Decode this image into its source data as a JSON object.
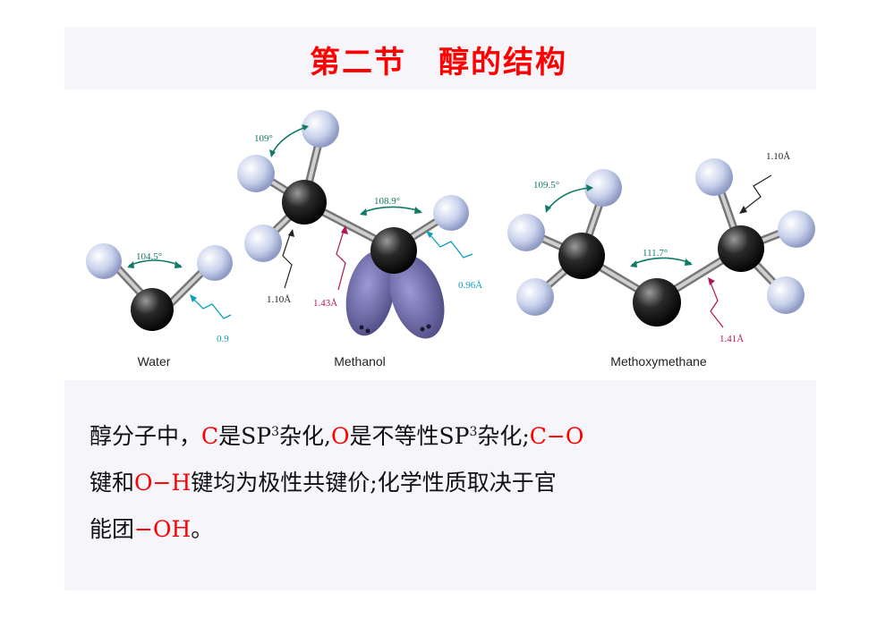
{
  "title": "第二节　醇的结构",
  "figure": {
    "water": {
      "name": "Water",
      "angle": "104.5°",
      "bond": "0.9"
    },
    "methanol": {
      "name": "Methanol",
      "angle_hch": "109°",
      "angle_coh": "108.9°",
      "ch_bond": "1.10Å",
      "co_bond": "1.43Å",
      "oh_bond": "0.96Å"
    },
    "methoxymethane": {
      "name": "Methoxymethane",
      "angle_hch": "109.5°",
      "angle_coc": "111.7°",
      "ch_bond": "1.10Å",
      "co_bond": "1.41Å"
    }
  },
  "body": {
    "l1_a": "醇分子中，",
    "l1_c": "C",
    "l1_b": "是SP",
    "l1_sup1": "3",
    "l1_d": "杂化,",
    "l1_o": "O",
    "l1_e": "是不等性SP",
    "l1_sup2": "3",
    "l1_f": "杂化;",
    "l1_co": "C−O",
    "l2_a": "键和",
    "l2_oh": "O−H",
    "l2_b": "键均为极性共键价;化学性质取决于官",
    "l3_a": "能团",
    "l3_oh": "−OH",
    "l3_b": "。"
  }
}
